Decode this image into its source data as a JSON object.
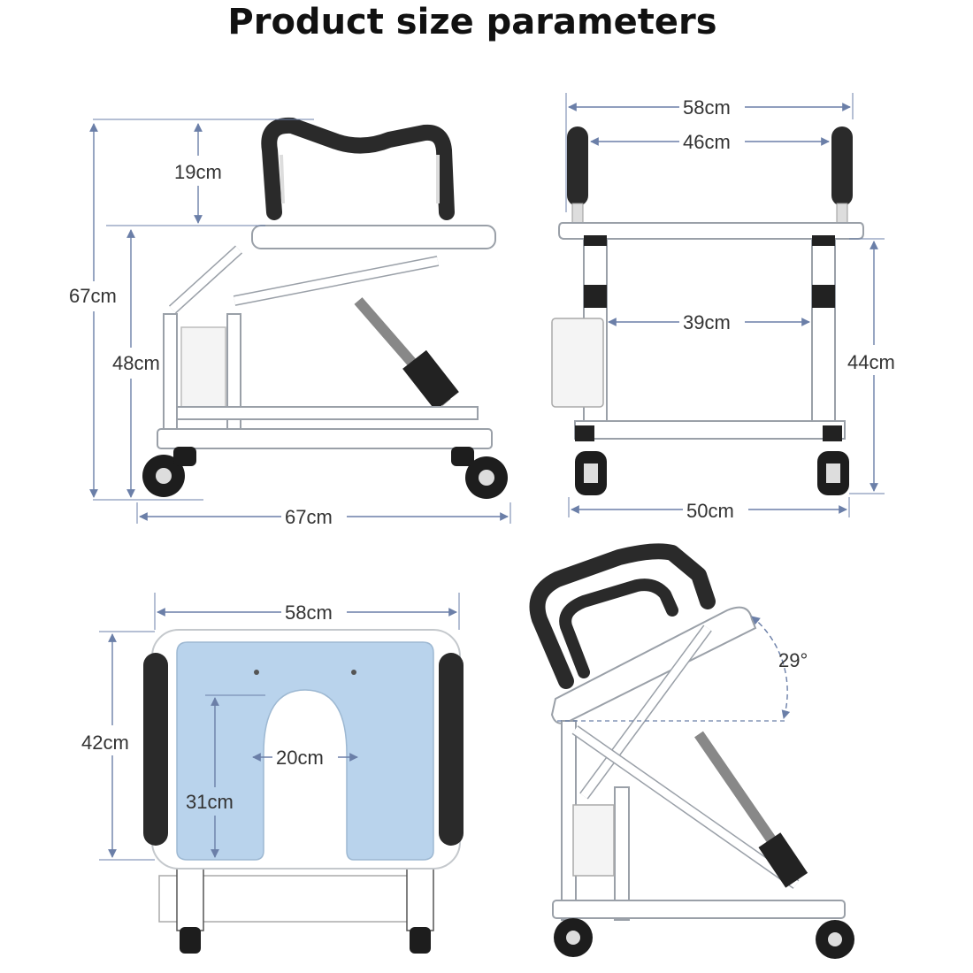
{
  "title": "Product size parameters",
  "colors": {
    "dimension_line": "#6b7fa8",
    "frame": "#ffffff",
    "frame_stroke": "#9aa0a8",
    "handle": "#2a2a2a",
    "seat_pad": "#b9d3ec",
    "wheel": "#1d1d1d"
  },
  "views": {
    "side": {
      "height_total": "67cm",
      "handle_height": "19cm",
      "seat_height": "48cm",
      "length": "67cm"
    },
    "front": {
      "width_outer": "58cm",
      "width_inner": "46cm",
      "leg_gap": "39cm",
      "seat_height": "44cm",
      "base_width": "50cm"
    },
    "top": {
      "width": "58cm",
      "depth": "42cm",
      "opening_width": "20cm",
      "opening_depth": "31cm"
    },
    "tilted": {
      "angle": "29°"
    }
  }
}
